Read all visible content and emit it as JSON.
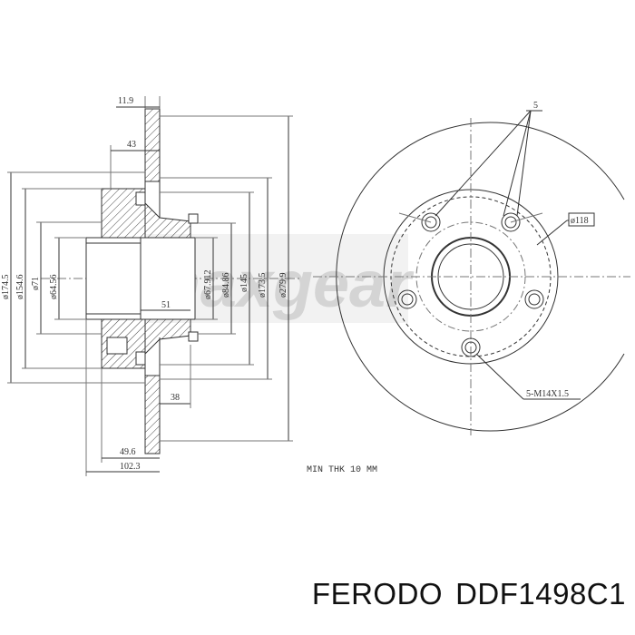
{
  "watermark": {
    "text": "maxgear",
    "color": "#d8d8d8"
  },
  "side_view": {
    "dims": {
      "d_1746": "ø174.5",
      "d_1546": "ø154.6",
      "d_71": "ø71",
      "d_6456": "ø64.56",
      "d_67912": "ø67.912",
      "d_8486": "ø84.86",
      "d_145": "ø145",
      "d_1735": "ø173.5",
      "d_2799": "ø279.9",
      "t_119": "11.9",
      "t_43": "43",
      "t_51": "51",
      "t_38": "38",
      "t_496": "49.6",
      "t_1023": "102.3"
    }
  },
  "front_view": {
    "labels": {
      "five": "5",
      "pcd": "ø118",
      "bolts": "5-M14X1.5"
    }
  },
  "note": "MIN THK 10 MM",
  "caption": {
    "brand": "FERODO",
    "part": "DDF1498C1"
  }
}
